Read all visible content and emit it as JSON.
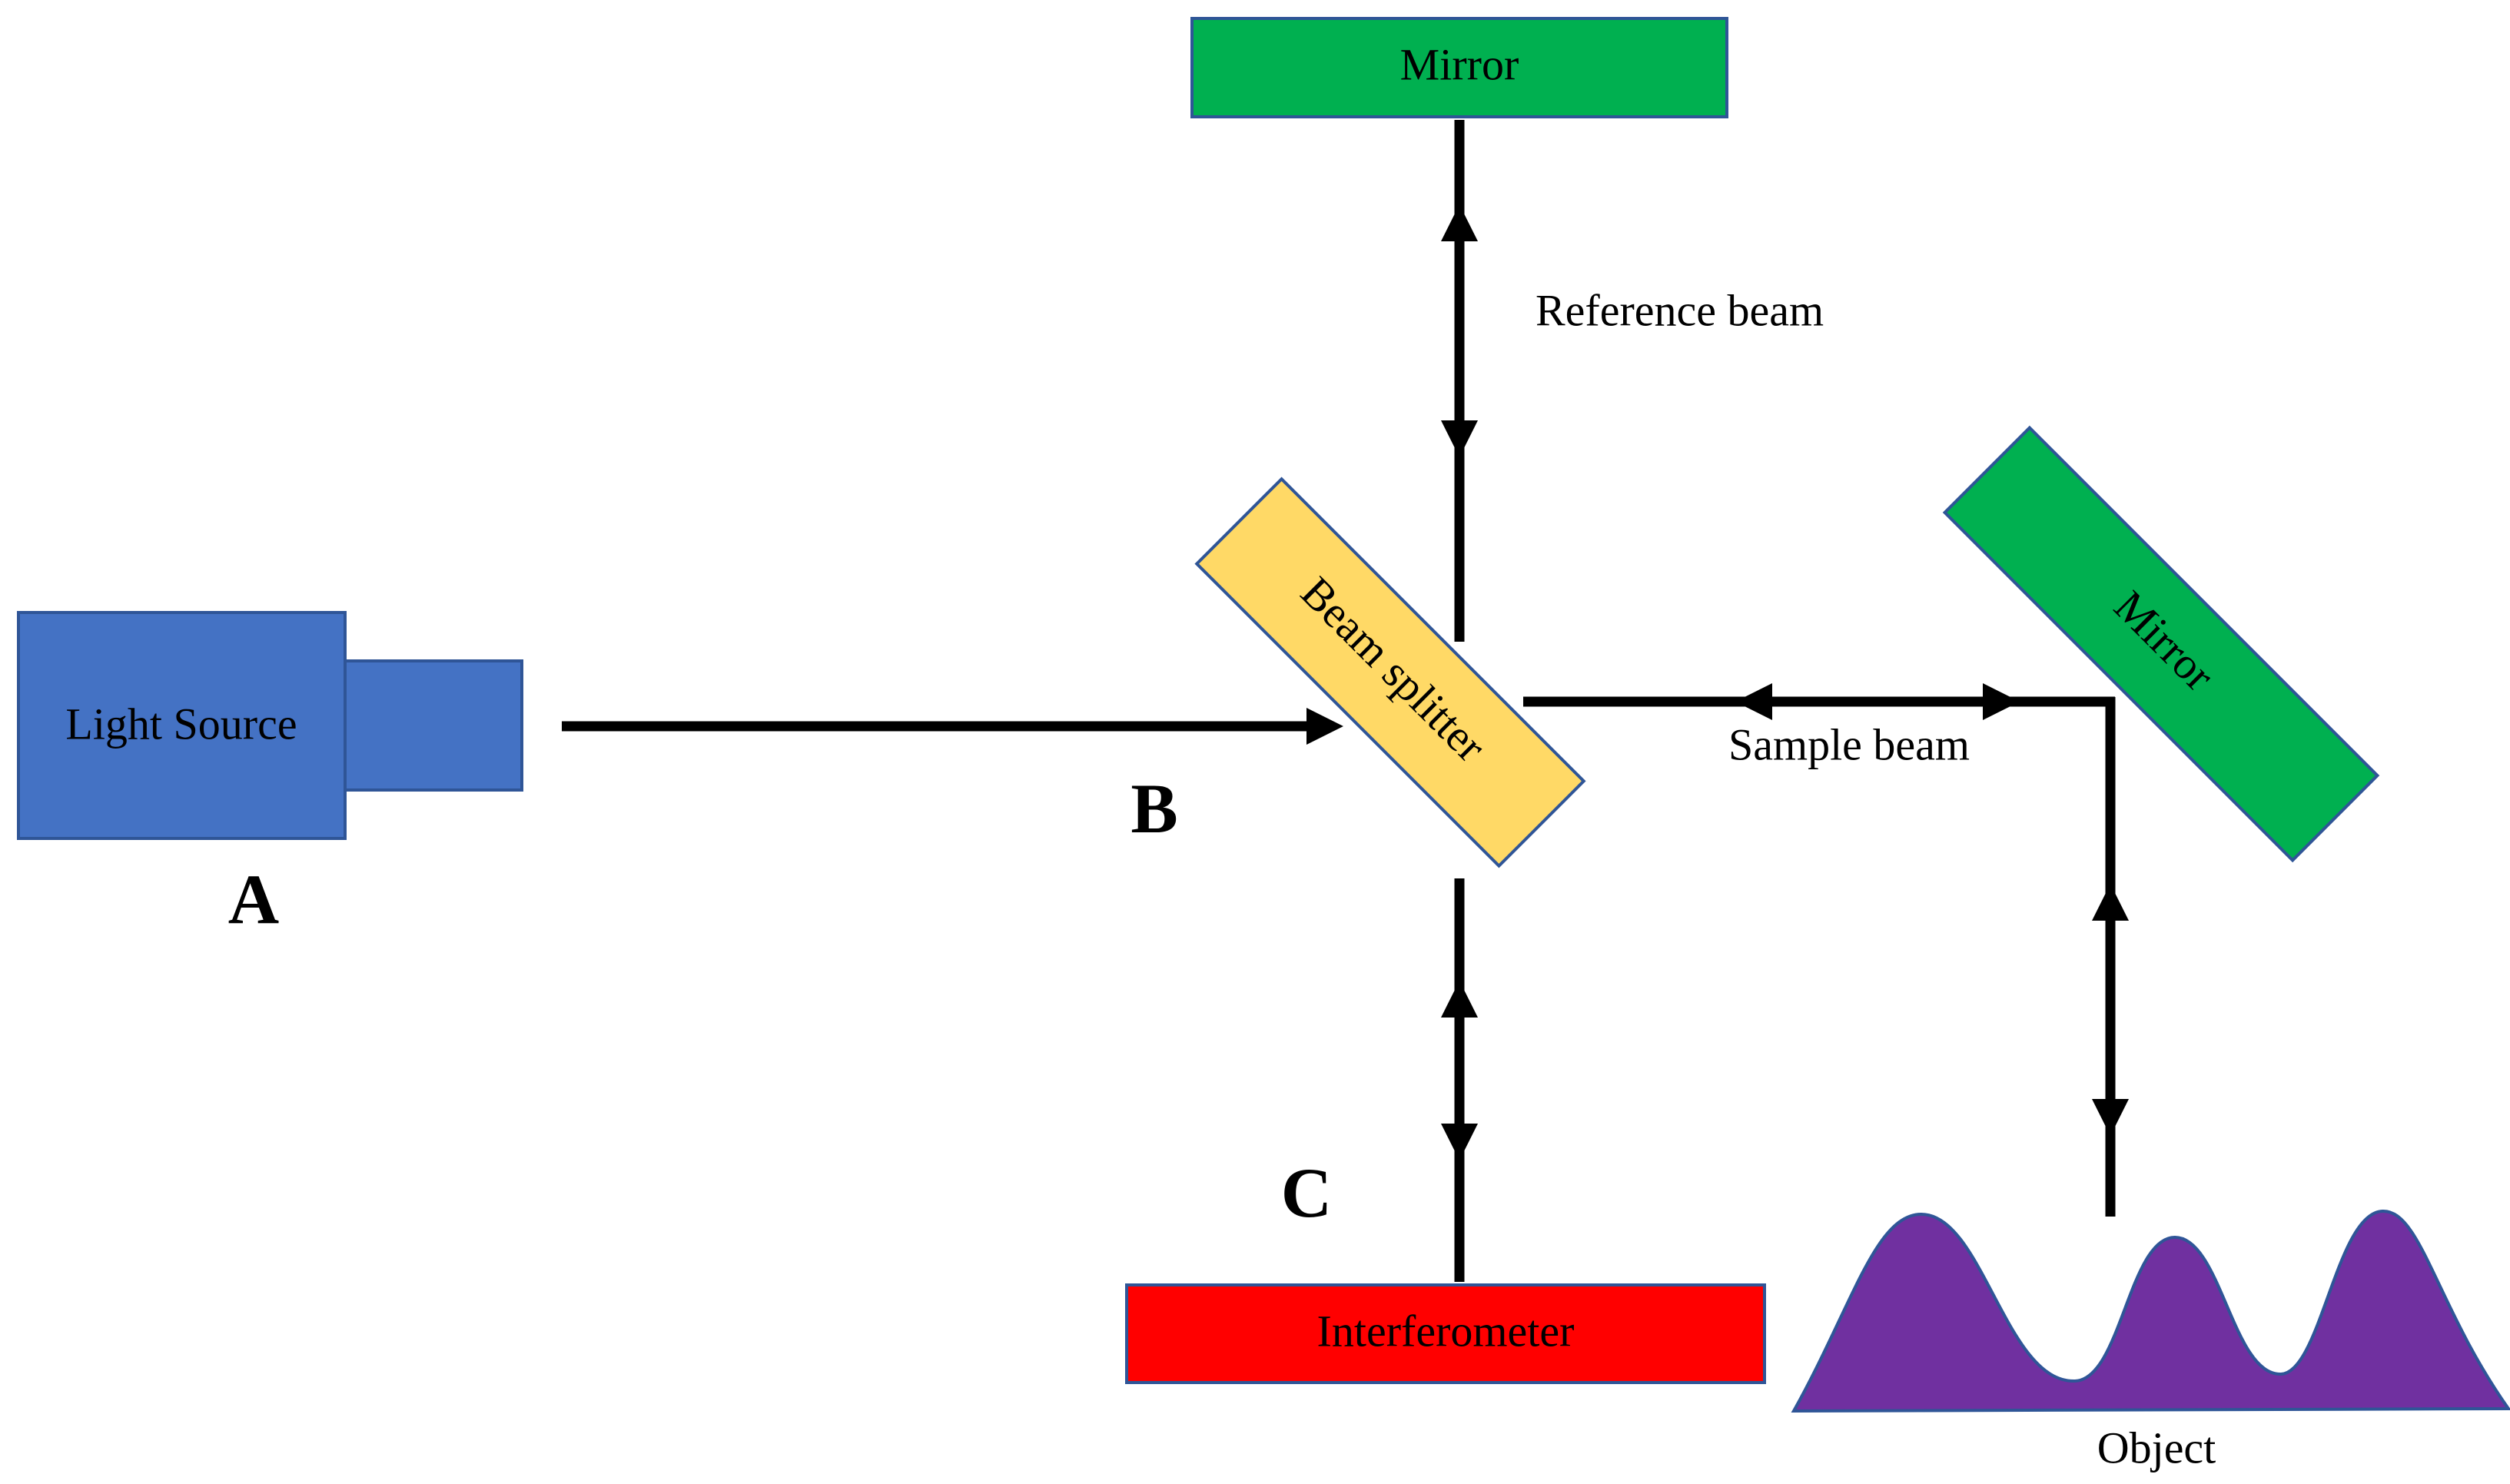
{
  "components": {
    "light_source": {
      "label": "Light Source",
      "color": "#4472C4",
      "border": "#2F5597"
    },
    "beam_splitter": {
      "label": "Beam splitter",
      "color": "#FFD966",
      "border": "#2F5597"
    },
    "mirror_top": {
      "label": "Mirror",
      "color": "#00B050",
      "border": "#2F5597"
    },
    "mirror_right": {
      "label": "Mirror",
      "color": "#00B050",
      "border": "#2F5597"
    },
    "interferometer": {
      "label": "Interferometer",
      "color": "#FF0000",
      "border": "#2F5597"
    },
    "object": {
      "label": "Object",
      "color": "#7030A0",
      "border": "#2F5597"
    }
  },
  "beams": {
    "reference": "Reference beam",
    "sample": "Sample beam"
  },
  "markers": {
    "a": "A",
    "b": "B",
    "c": "C"
  }
}
